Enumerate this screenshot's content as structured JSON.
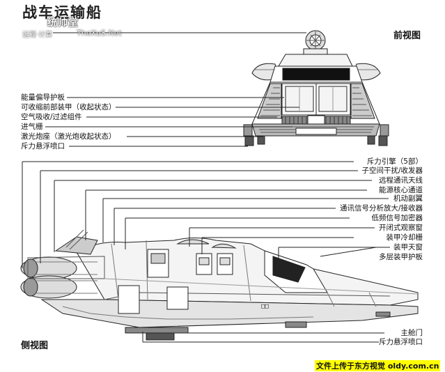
{
  "title": "战车运输船",
  "watermark": {
    "text": "统帅堂",
    "sub": "远程·计算",
    "url": "TheXuS.Net"
  },
  "front_view": {
    "label": "前视图",
    "callouts": [
      "能量偏导护板",
      "可收缩前部装甲（收起状态）",
      "空气吸收/过滤组件",
      "进气栅",
      "激光炮座（激光炮收起状态）",
      "斥力悬浮喷口"
    ]
  },
  "side_view": {
    "label": "侧视图",
    "callouts_top": [
      "斥力引擎（5部）",
      "子空间干扰/收发器",
      "远程通讯天线",
      "能源核心通道",
      "机动副翼",
      "通讯信号分析放大/接收器",
      "低频信号加密器",
      "开闭式观察窗",
      "装甲冷却栅",
      "装甲天窗",
      "多层装甲护板"
    ],
    "callouts_bottom": [
      "主舱门",
      "斥力悬浮喷口"
    ]
  },
  "footer": "文件上传于东方视觉 oldy.com.cn"
}
